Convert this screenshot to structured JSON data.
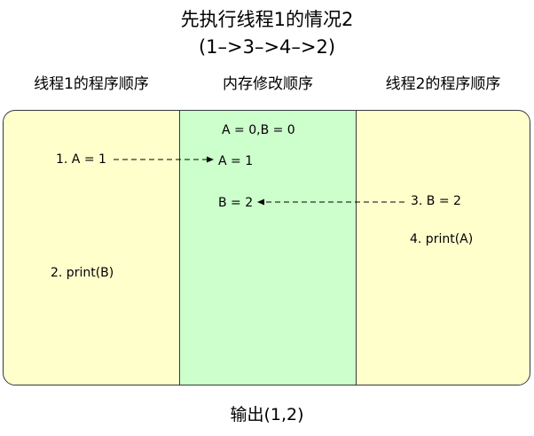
{
  "title_line1": "先执行线程1的情况2",
  "title_line2": "(1–>3–>4–>2)",
  "headers": {
    "thread1": "线程1的程序顺序",
    "memory": "内存修改顺序",
    "thread2": "线程2的程序顺序"
  },
  "thread1": {
    "step1": "1. A = 1",
    "step2": "2. print(B)"
  },
  "memory": {
    "initial": "A = 0,B = 0",
    "a_write": "A = 1",
    "b_write": "B = 2"
  },
  "thread2": {
    "step3": "3. B = 2",
    "step4": "4. print(A)"
  },
  "output": "输出(1,2)",
  "colors": {
    "thread_panel": "#ffffcc",
    "memory_panel": "#ccffcc",
    "border": "#36393d"
  }
}
